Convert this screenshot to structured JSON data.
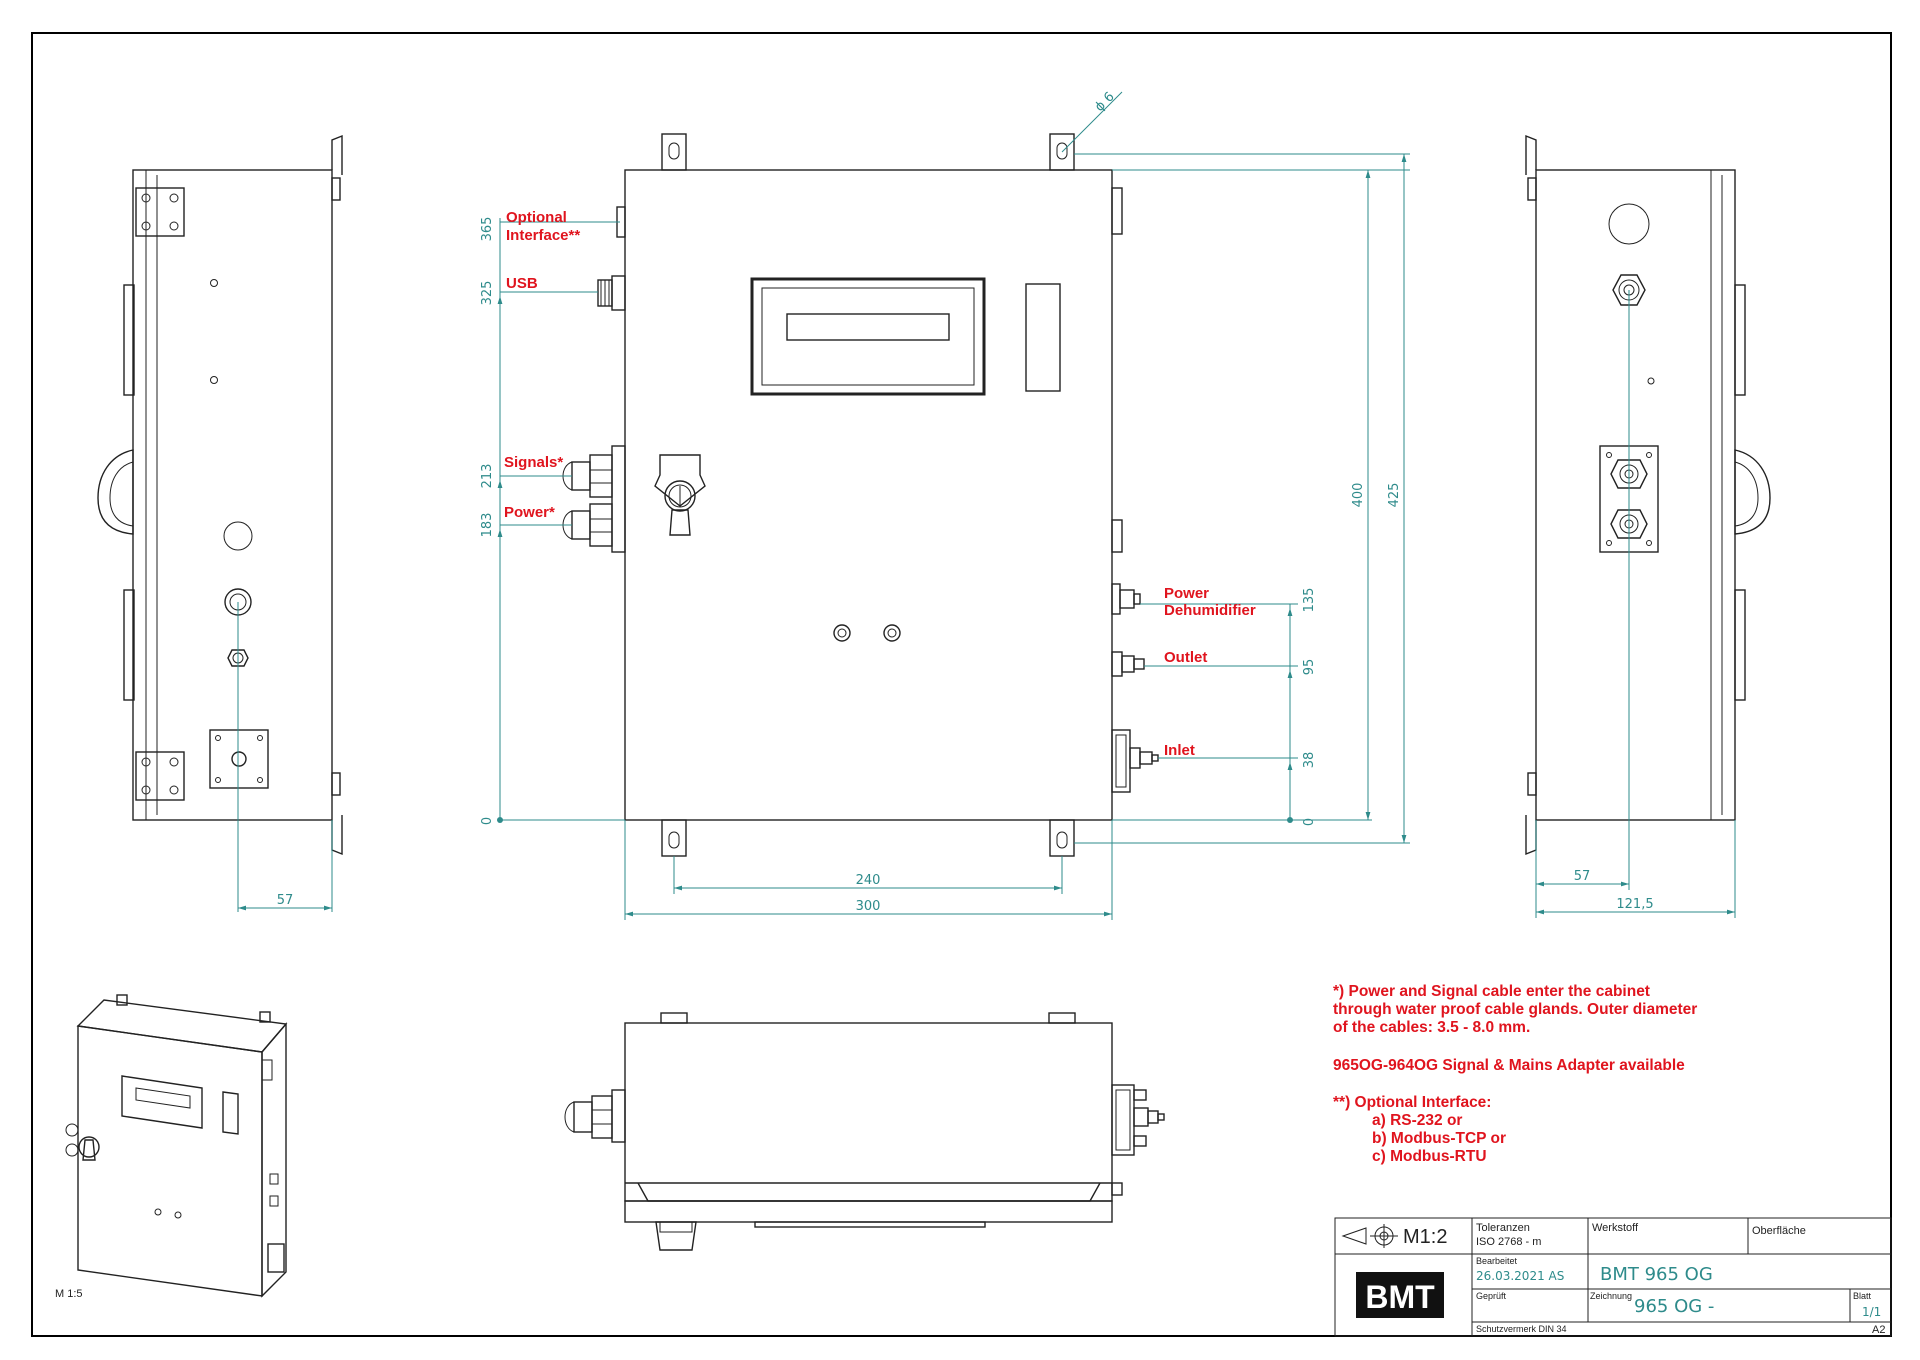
{
  "labels": {
    "optional_interface_1": "Optional",
    "optional_interface_2": "Interface**",
    "usb": "USB",
    "signals": "Signals*",
    "power": "Power*",
    "power_dehum_1": "Power",
    "power_dehum_2": "Dehumidifier",
    "outlet": "Outlet",
    "inlet": "Inlet"
  },
  "dimensions": {
    "left_365": "365",
    "left_325": "325",
    "left_213": "213",
    "left_183": "183",
    "left_0": "0",
    "h_400": "400",
    "h_425": "425",
    "r_135": "135",
    "r_95": "95",
    "r_38": "38",
    "r_0": "0",
    "w_240": "240",
    "w_300": "300",
    "side_57": "57",
    "right_57": "57",
    "right_121_5": "121,5",
    "diameter": "ϕ 6"
  },
  "notes": {
    "n1": "*) Power and Signal cable enter the cabinet",
    "n2": "through water proof cable glands. Outer diameter",
    "n3": "of the cables: 3.5 - 8.0 mm.",
    "n4": "965OG-964OG Signal & Mains Adapter available",
    "n5": "**) Optional Interface:",
    "n6": "a) RS-232 or",
    "n7": "b) Modbus-TCP or",
    "n8": "c) Modbus-RTU"
  },
  "iso_scale": "M 1:5",
  "title_block": {
    "scale": "M1:2",
    "toleranzen_label": "Toleranzen",
    "toleranzen_value": "ISO 2768 - m",
    "werkstoff_label": "Werkstoff",
    "oberflaeche_label": "Oberfläche",
    "bearbeitet_label": "Bearbeitet",
    "bearbeitet_value": "26.03.2021 AS",
    "title": "BMT 965 OG",
    "geprueft_label": "Geprüft",
    "zeichnung_label": "Zeichnung",
    "zeichnung_value": "965 OG -",
    "blatt_label": "Blatt",
    "blatt_value": "1/1",
    "schutz": "Schutzvermerk DIN 34",
    "format": "A2",
    "logo": "BMT"
  }
}
